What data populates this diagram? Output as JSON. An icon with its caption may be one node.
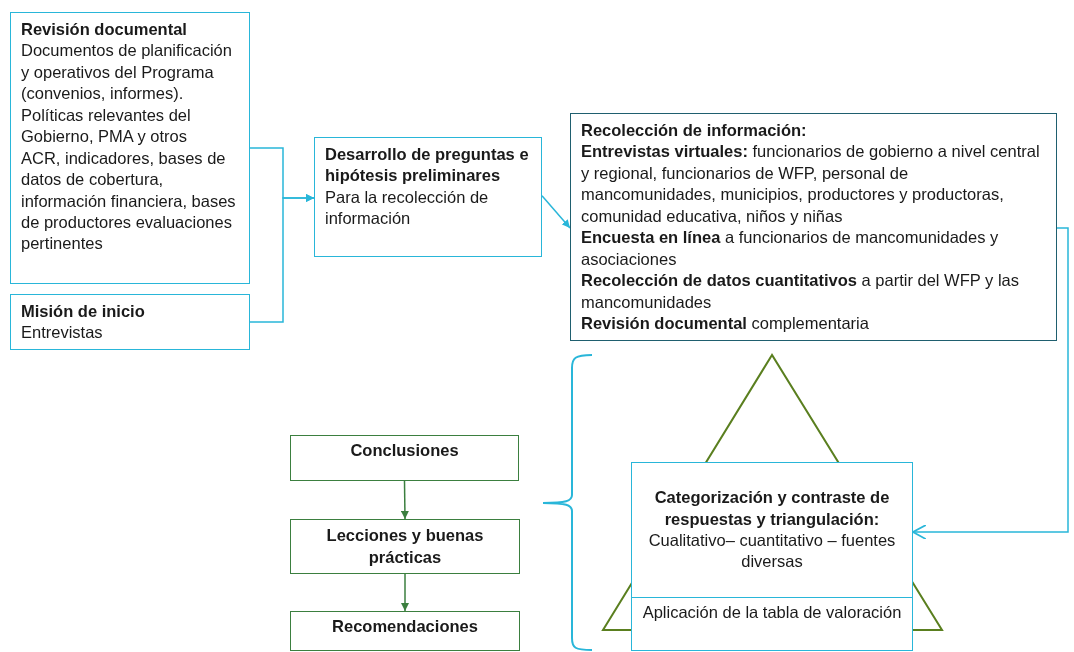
{
  "diagram": {
    "nodes": [
      {
        "text": [
          "Revisión documental",
          "Documentos de planificación y operativos del Programa (convenios, informes). Políticas relevantes del Gobierno, PMA y otros",
          "ACR, indicadores, bases de datos de cobertura, información financiera, bases de productores evaluaciones pertinentes"
        ]
      },
      {
        "text": [
          "Misión de inicio",
          "Entrevistas"
        ]
      },
      {
        "text": [
          "Desarrollo de preguntas e hipótesis preliminares",
          "Para la recolección de información"
        ]
      },
      {
        "text": [
          "Recolección de información:",
          "**Entrevistas virtuales:** funcionarios de gobierno a nivel central y regional, funcionarios de WFP, personal de mancomunidades, municipios, productores y productoras, comunidad educativa, niños y niñas",
          "**Encuesta en línea** a funcionarios de mancomunidades y asociaciones",
          "**Recolección de datos cuantitativos** a partir del WFP y las mancomunidades",
          "**Revisión documental** complementaria"
        ]
      },
      {
        "text": [
          "Conclusiones"
        ]
      },
      {
        "text": [
          "Lecciones y buenas prácticas"
        ]
      },
      {
        "text": [
          "Recomendaciones"
        ]
      },
      {
        "text": [
          "Categorización y contraste de respuestas y triangulación:",
          "Cualitativo– cuantitativo – fuentes diversas"
        ]
      },
      {
        "text": [
          "Aplicación de la tabla de valoración"
        ]
      }
    ],
    "edges": [
      {
        "from": 0,
        "to": 2,
        "arrow": "to"
      },
      {
        "from": 1,
        "to": 2,
        "arrow": "to"
      },
      {
        "from": 2,
        "to": 3,
        "arrow": "to"
      },
      {
        "from": 3,
        "to": 7,
        "arrow": "to"
      },
      {
        "from": 4,
        "to": 5,
        "arrow": "to",
        "color": "#3b7f3f"
      },
      {
        "from": 5,
        "to": 6,
        "arrow": "to",
        "color": "#3b7f3f"
      }
    ]
  }
}
